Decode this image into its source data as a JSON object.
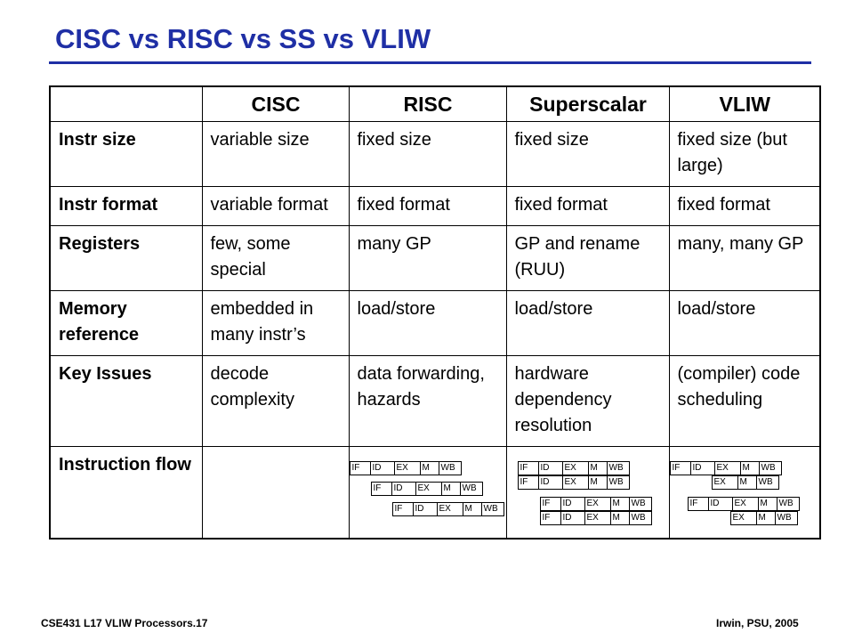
{
  "title": "CISC vs RISC vs SS vs VLIW",
  "table": {
    "headers": [
      "",
      "CISC",
      "RISC",
      "Superscalar",
      "VLIW"
    ],
    "rows": [
      {
        "label": "Instr size",
        "cells": [
          "variable size",
          "fixed size",
          "fixed size",
          "fixed size (but large)"
        ]
      },
      {
        "label": "Instr format",
        "cells": [
          "variable format",
          "fixed format",
          "fixed format",
          "fixed format"
        ]
      },
      {
        "label": "Registers",
        "cells": [
          "few, some special",
          "many GP",
          "GP and rename (RUU)",
          "many, many GP"
        ]
      },
      {
        "label": "Memory reference",
        "cells": [
          "embedded in many instr’s",
          "load/store",
          "load/store",
          "load/store"
        ]
      },
      {
        "label": "Key Issues",
        "cells": [
          "decode complexity",
          "data forwarding, hazards",
          "hardware dependency resolution",
          "(compiler) code scheduling"
        ]
      },
      {
        "label": "Instruction flow",
        "cells": [
          "",
          "",
          "",
          ""
        ]
      }
    ]
  },
  "pipeline": {
    "stages": {
      "if": "IF",
      "id": "ID",
      "ex": "EX",
      "m": "M",
      "wb": "WB"
    }
  },
  "footer": {
    "left": "CSE431  L17 VLIW Processors.17",
    "right": "Irwin, PSU, 2005"
  }
}
